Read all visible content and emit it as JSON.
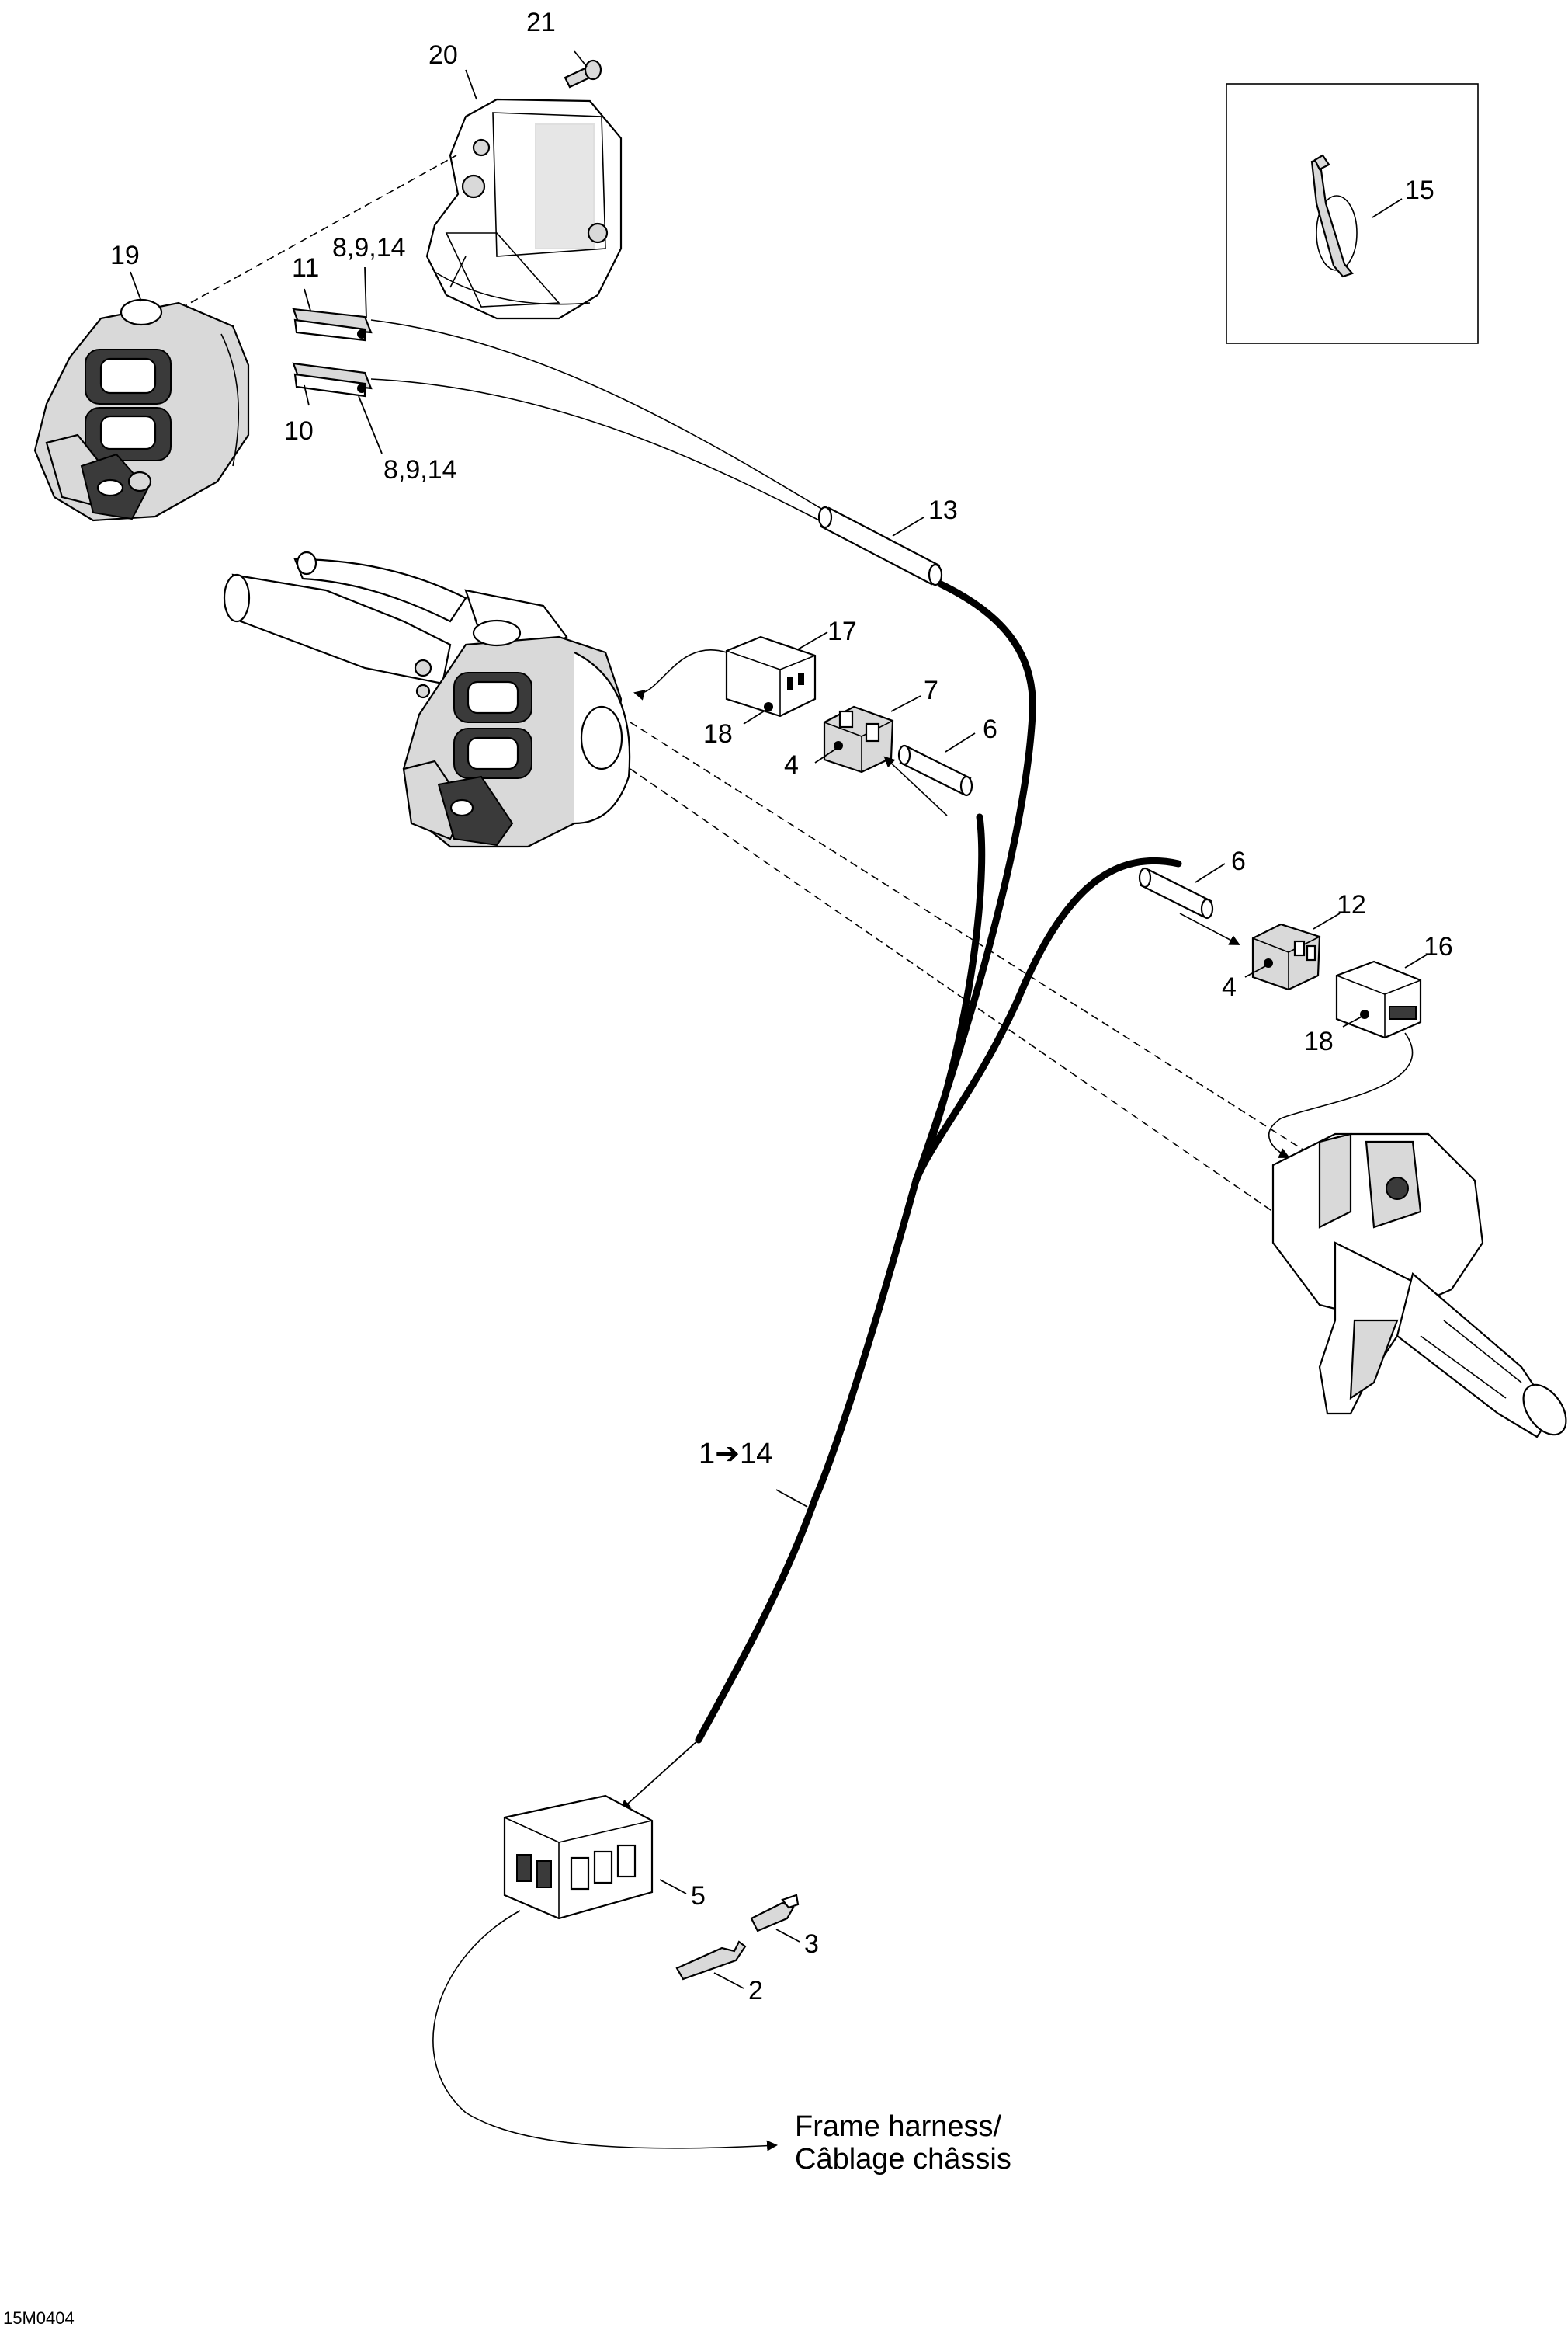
{
  "diagram_id": "15M0404",
  "callouts": {
    "c21": "21",
    "c20": "20",
    "c19": "19",
    "c11": "11",
    "c8_9_14_top": "8,9,14",
    "c10": "10",
    "c8_9_14_bottom": "8,9,14",
    "c13": "13",
    "c17": "17",
    "c7": "7",
    "c18_left": "18",
    "c4_left": "4",
    "c6_left": "6",
    "c6_right": "6",
    "c12": "12",
    "c16": "16",
    "c4_right": "4",
    "c18_right": "18",
    "c15": "15",
    "c1_14": "1➔14",
    "c5": "5",
    "c3": "3",
    "c2": "2"
  },
  "destination": {
    "line1": "Frame harness/",
    "line2": "Câblage châssis"
  }
}
